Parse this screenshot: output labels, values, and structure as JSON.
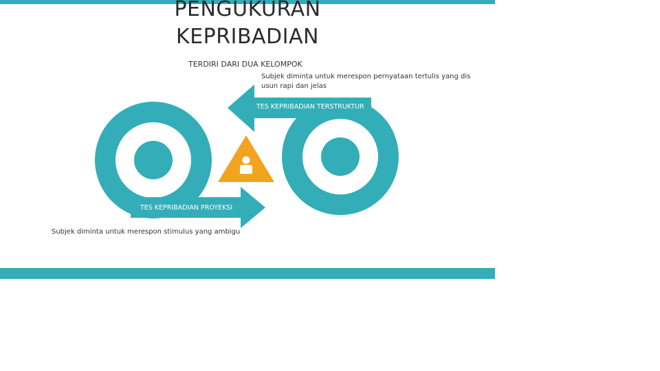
{
  "title": {
    "line1": "PENGUKURAN",
    "line2": "KEPRIBADIAN"
  },
  "subtitle": "TERDIRI DARI DUA KELOMPOK",
  "structured_test": {
    "label": "TES KEPRIBADIAN TERSTRUKTUR",
    "description": "Subjek diminta untuk merespon pernyataan tertulis yang dis usun rapi dan jelas"
  },
  "projective_test": {
    "label": "TES KEPRIBADIAN PROYEKSI",
    "description": "Subjek diminta untuk merespon stimulus yang ambigu"
  },
  "colors": {
    "teal": "#33aeb8",
    "orange": "#f0a41f",
    "white": "#ffffff"
  },
  "icons": {
    "center": "person-warning-icon"
  }
}
